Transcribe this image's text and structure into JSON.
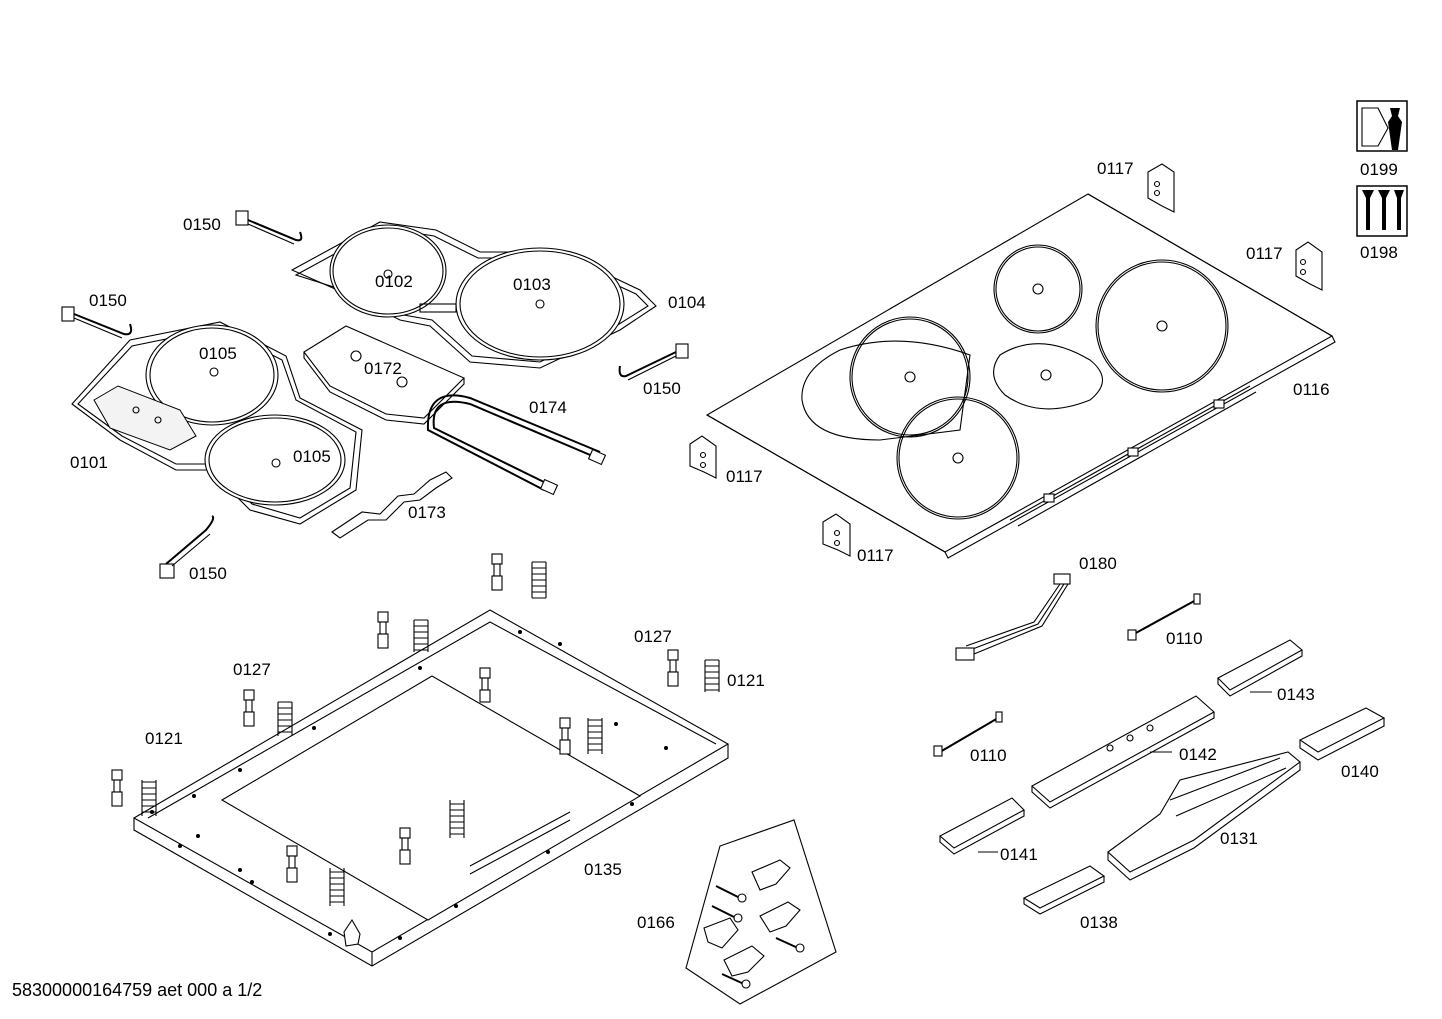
{
  "diagram": {
    "part_labels": {
      "p0101": "0101",
      "p0102": "0102",
      "p0103": "0103",
      "p0104": "0104",
      "p0105a": "0105",
      "p0105b": "0105",
      "p0110a": "0110",
      "p0110b": "0110",
      "p0116": "0116",
      "p0117a": "0117",
      "p0117b": "0117",
      "p0117c": "0117",
      "p0117d": "0117",
      "p0121a": "0121",
      "p0121b": "0121",
      "p0127a": "0127",
      "p0127b": "0127",
      "p0131": "0131",
      "p0135": "0135",
      "p0138": "0138",
      "p0140": "0140",
      "p0141": "0141",
      "p0142": "0142",
      "p0143": "0143",
      "p0150a": "0150",
      "p0150b": "0150",
      "p0150c": "0150",
      "p0150d": "0150",
      "p0166": "0166",
      "p0172": "0172",
      "p0173": "0173",
      "p0174": "0174",
      "p0180": "0180",
      "p0198": "0198",
      "p0199": "0199"
    },
    "footer": "58300000164759 aet 000 a 1/2"
  },
  "icons": {
    "tool": "wrench-icon",
    "screws": "screw-set-icon"
  }
}
